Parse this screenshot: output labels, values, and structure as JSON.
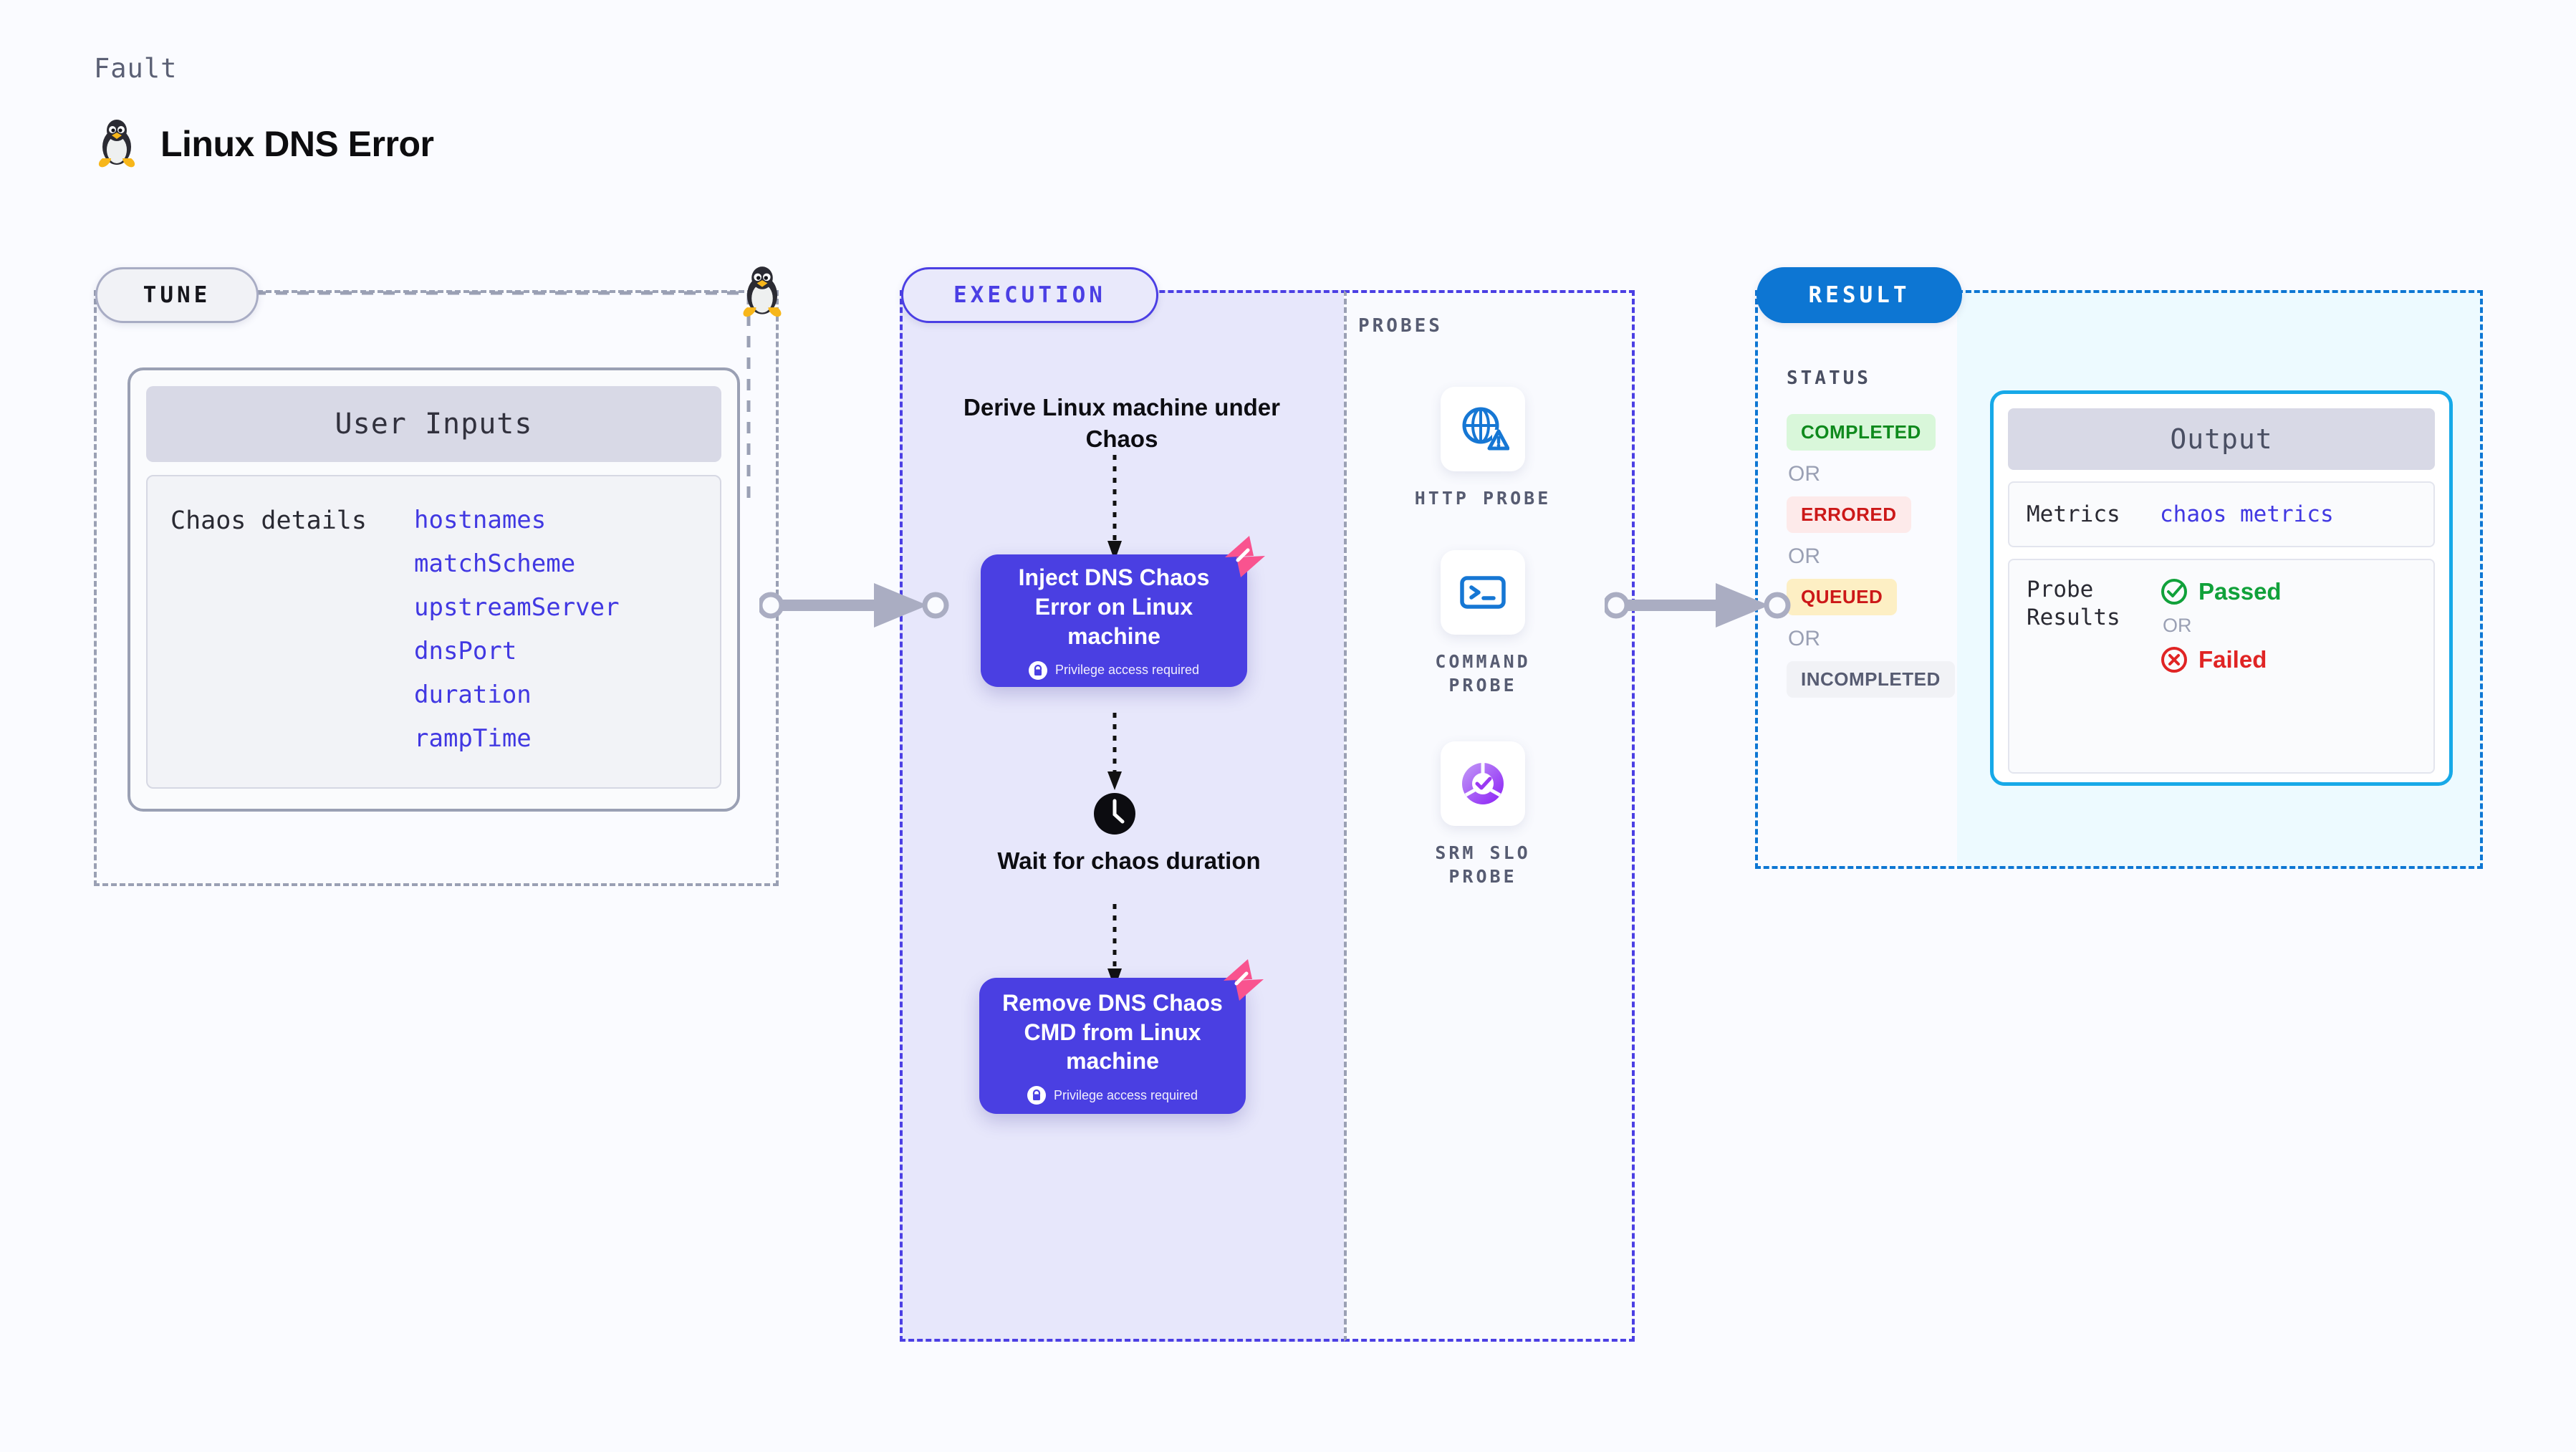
{
  "header": {
    "kicker": "Fault",
    "title": "Linux DNS Error",
    "icon": "linux-penguin-icon"
  },
  "tune": {
    "pill_label": "TUNE",
    "card_title": "User Inputs",
    "section_label": "Chaos details",
    "params": [
      "hostnames",
      "matchScheme",
      "upstreamServer",
      "dnsPort",
      "duration",
      "rampTime"
    ]
  },
  "execution": {
    "pill_label": "EXECUTION",
    "derive_text": "Derive Linux machine under Chaos",
    "wait_text": "Wait for chaos duration",
    "steps": [
      {
        "title": "Inject DNS Chaos Error on Linux machine",
        "privilege": "Privilege access required"
      },
      {
        "title": "Remove DNS Chaos CMD from Linux machine",
        "privilege": "Privilege access required"
      }
    ]
  },
  "probes": {
    "label": "PROBES",
    "items": [
      {
        "name": "HTTP  PROBE",
        "icon": "globe-warning-icon"
      },
      {
        "name": "COMMAND\nPROBE",
        "icon": "terminal-icon"
      },
      {
        "name": "SRM  SLO\nPROBE",
        "icon": "slo-donut-check-icon"
      }
    ]
  },
  "result": {
    "pill_label": "RESULT",
    "status_label": "STATUS",
    "or_label": "OR",
    "statuses": [
      {
        "label": "COMPLETED",
        "color": "#0f8a1d",
        "bg": "#d9f7da"
      },
      {
        "label": "ERRORED",
        "color": "#cc1818",
        "bg": "#fdeaea"
      },
      {
        "label": "QUEUED",
        "color": "#cc1818",
        "bg": "#fdefc4"
      },
      {
        "label": "INCOMPLETED",
        "color": "#575c72",
        "bg": "#f1f2f6"
      }
    ]
  },
  "output": {
    "title": "Output",
    "metrics_key": "Metrics",
    "metrics_value": "chaos metrics",
    "probe_results_key": "Probe\nResults",
    "passed_label": "Passed",
    "failed_label": "Failed",
    "or_label": "OR"
  },
  "colors": {
    "background": "#fafbff",
    "chaos_purple": "#4a3fe2",
    "result_blue": "#0d76d3",
    "output_cyan": "#17a9e8",
    "probe_blue": "#1677d4",
    "badge_pink": "#f9538f",
    "muted_gray": "#9aa0b4"
  }
}
